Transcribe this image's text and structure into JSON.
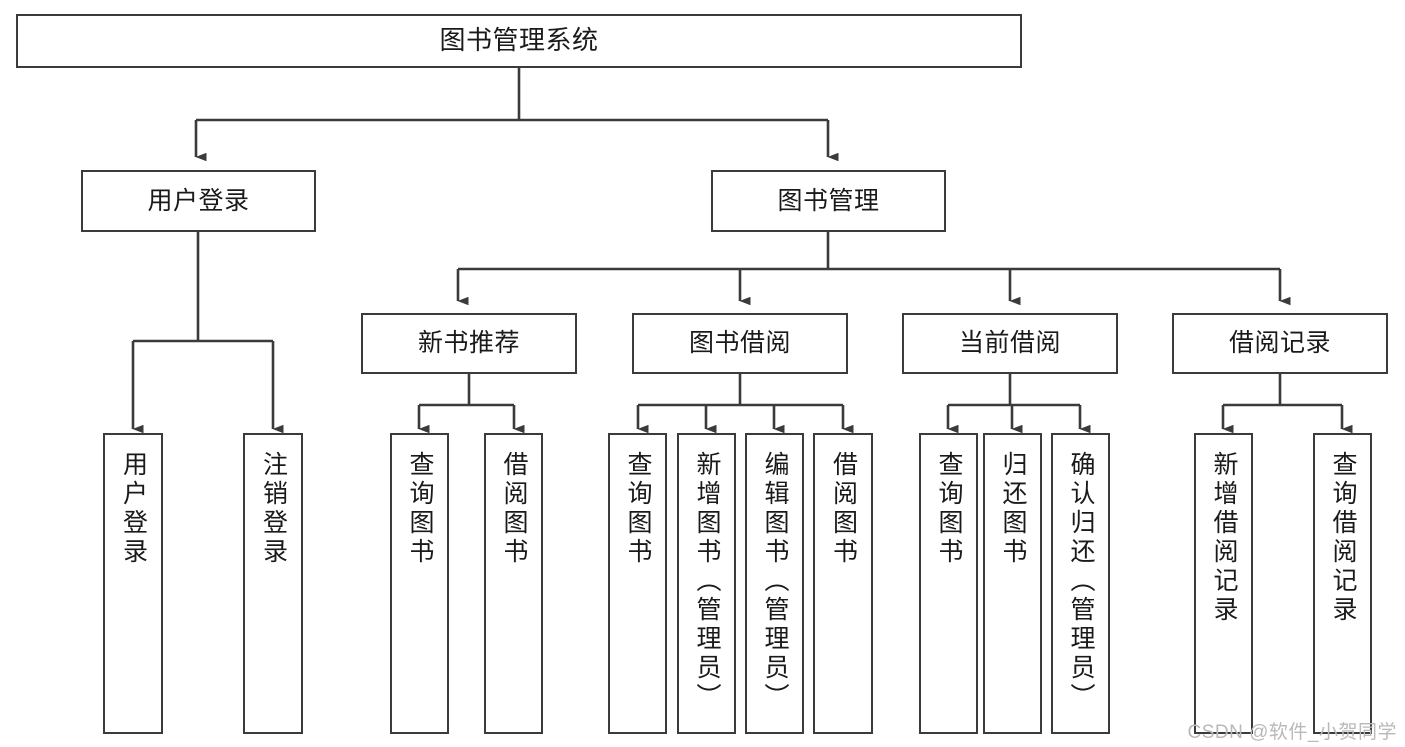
{
  "diagram": {
    "type": "tree-hierarchy",
    "title": "图书管理系统",
    "watermark": "CSDN @软件_小贺同学",
    "colors": {
      "border": "#3b3b3b",
      "background": "#ffffff",
      "text": "#1a1a1a",
      "watermark": "#b9b9b9"
    },
    "nodes": {
      "root": {
        "label": "图书管理系统"
      },
      "level2": [
        {
          "label": "用户登录"
        },
        {
          "label": "图书管理"
        }
      ],
      "level3": [
        {
          "label": "新书推荐"
        },
        {
          "label": "图书借阅"
        },
        {
          "label": "当前借阅"
        },
        {
          "label": "借阅记录"
        }
      ],
      "leaves": {
        "user_login": [
          {
            "label": "用户登录"
          },
          {
            "label": "注销登录"
          }
        ],
        "new_book": [
          {
            "label": "查询图书"
          },
          {
            "label": "借阅图书"
          }
        ],
        "borrow_book": [
          {
            "label": "查询图书"
          },
          {
            "label": "新增图书（管理员）"
          },
          {
            "label": "编辑图书（管理员）"
          },
          {
            "label": "借阅图书"
          }
        ],
        "current_borrow": [
          {
            "label": "查询图书"
          },
          {
            "label": "归还图书"
          },
          {
            "label": "确认归还（管理员）"
          }
        ],
        "borrow_record": [
          {
            "label": "新增借阅记录"
          },
          {
            "label": "查询借阅记录"
          }
        ]
      }
    }
  }
}
